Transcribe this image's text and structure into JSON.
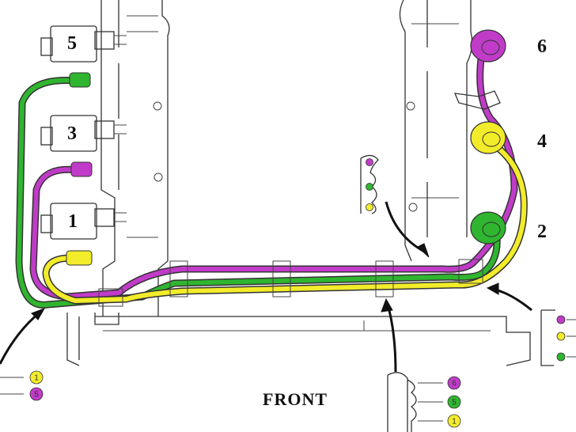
{
  "labels": {
    "front": "FRONT",
    "cylinders": {
      "c5": "5",
      "c3": "3",
      "c1": "1",
      "c6": "6",
      "c4": "4",
      "c2": "2"
    }
  },
  "clip_dots": {
    "bottom_left": [
      "1",
      "5"
    ],
    "bottom_center": [
      "6",
      "5",
      "1"
    ]
  },
  "colors": {
    "green": "#2fb52f",
    "magenta": "#c03cc8",
    "yellow": "#f2ec2a",
    "outline": "#333333"
  }
}
